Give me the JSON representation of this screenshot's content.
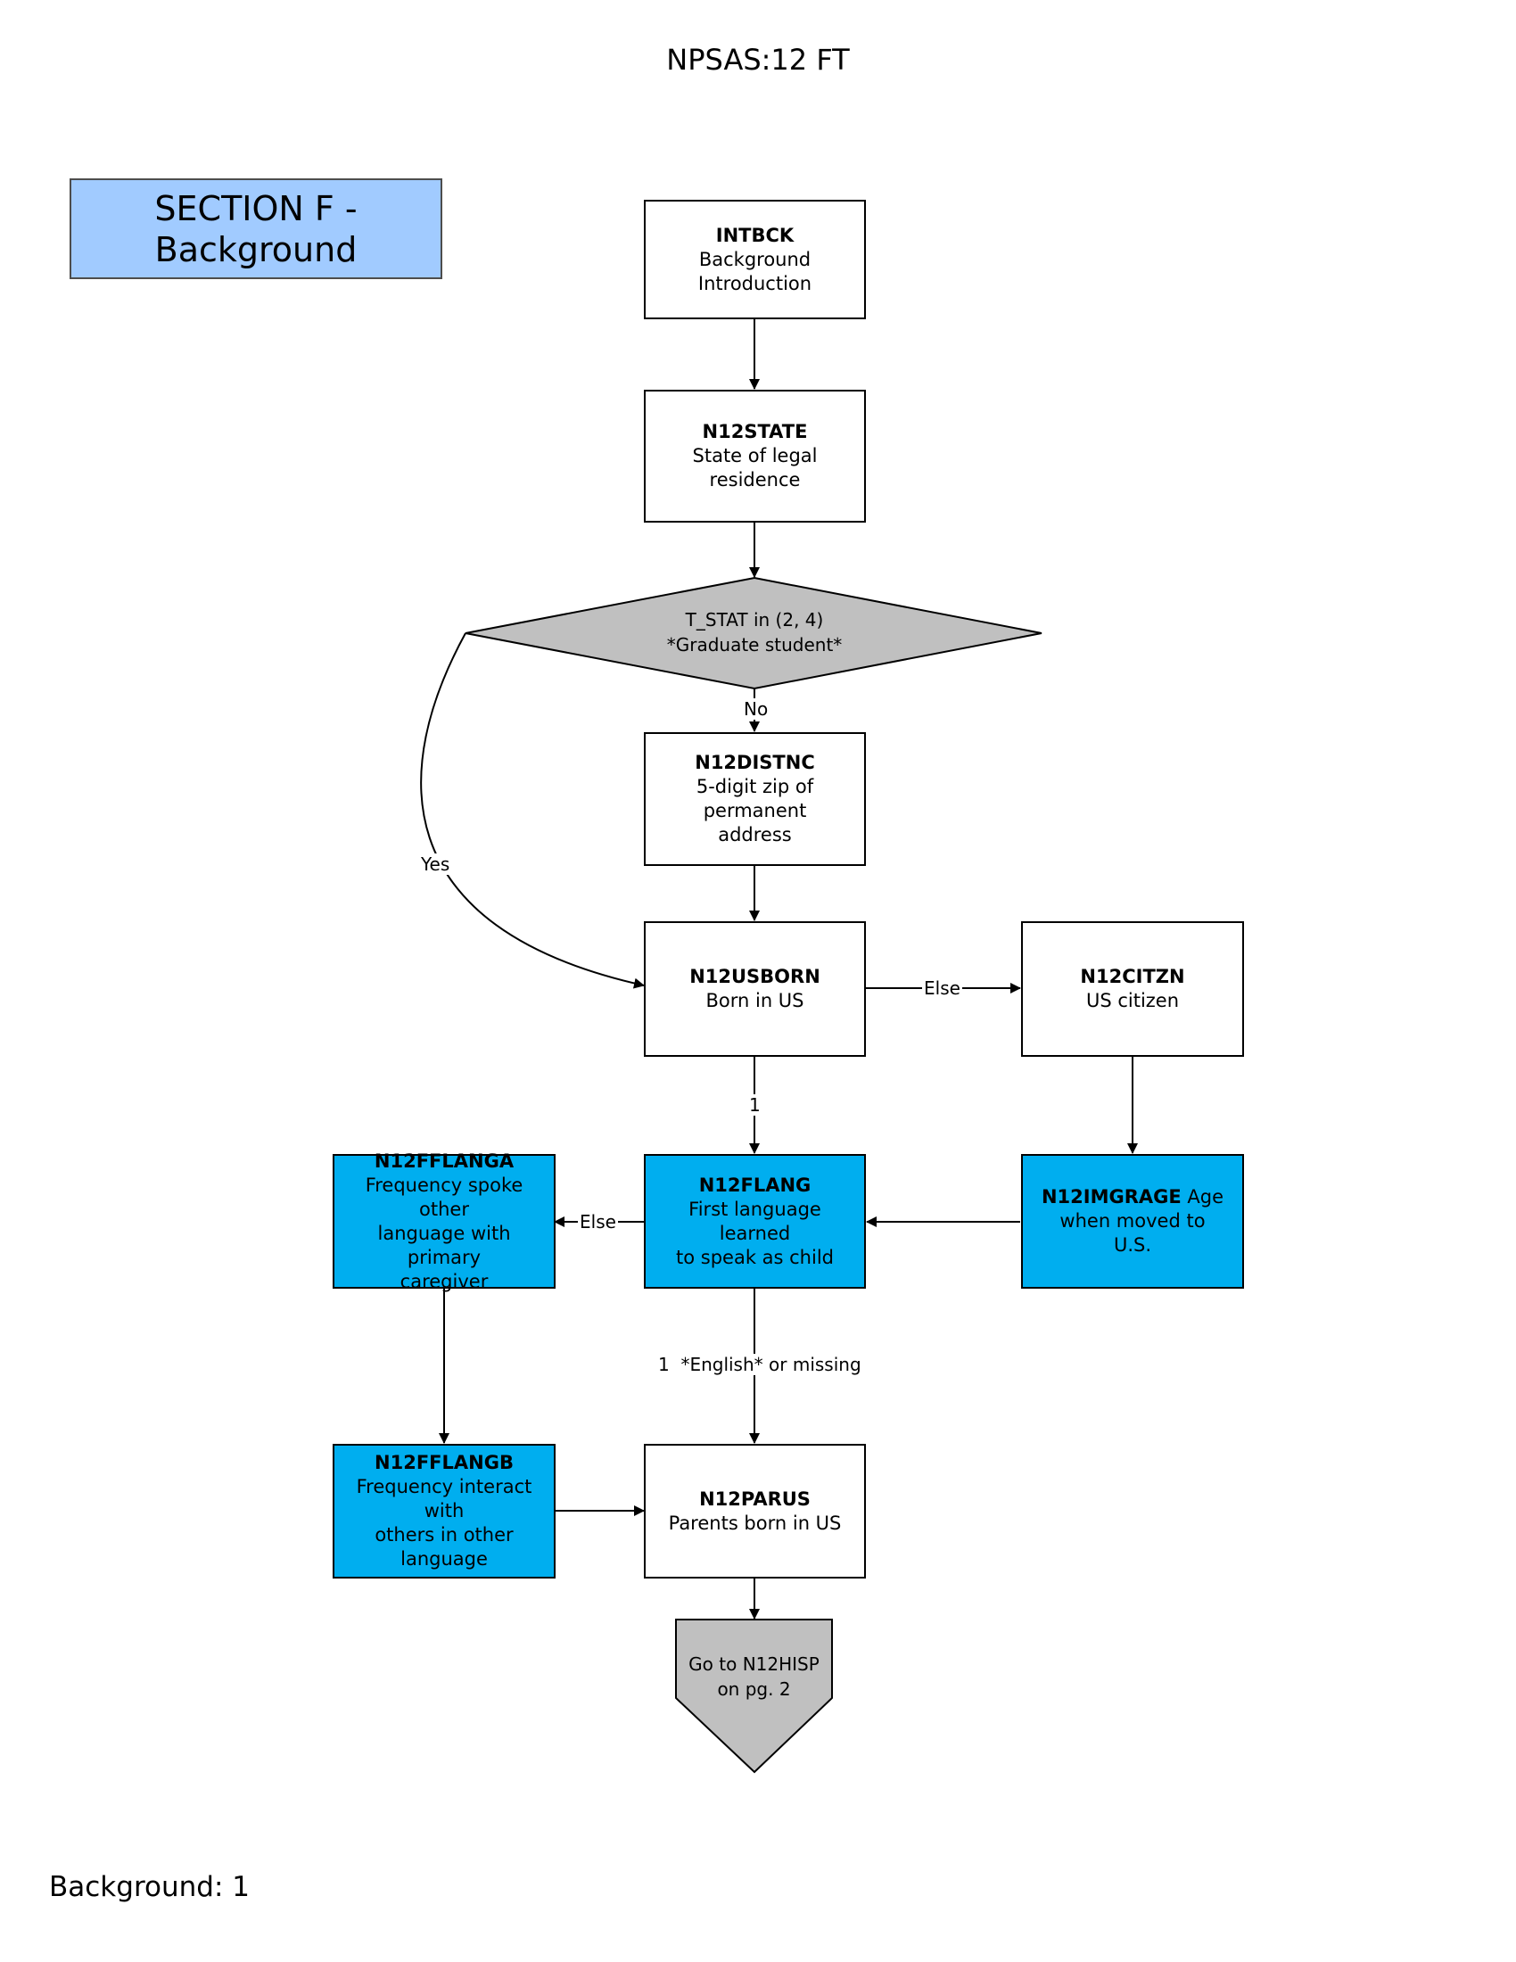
{
  "page_title": "NPSAS:12 FT",
  "section": {
    "line1": "SECTION F -",
    "line2": "Background"
  },
  "colors": {
    "section_fill": "#a1cbff",
    "highlight_node": "#00aeef",
    "decision_fill": "#c0c0c0"
  },
  "nodes": {
    "intbck": {
      "code": "INTBCK",
      "text": [
        "Background",
        "Introduction"
      ]
    },
    "n12state": {
      "code": "N12STATE",
      "text": [
        "State of legal residence"
      ]
    },
    "decision": {
      "text": [
        "T_STAT in (2, 4)",
        "*Graduate student*"
      ]
    },
    "n12distnc": {
      "code": "N12DISTNC",
      "text": [
        "5-digit zip of permanent",
        "address"
      ]
    },
    "n12usborn": {
      "code": "N12USBORN",
      "text": [
        "Born in US"
      ]
    },
    "n12citzn": {
      "code": "N12CITZN",
      "text": [
        "US citizen"
      ]
    },
    "n12flang": {
      "code": "N12FLANG",
      "text": [
        "First language learned",
        "to speak as child"
      ]
    },
    "n12imgrage": {
      "code": "N12IMGRAGE",
      "inline": "Age",
      "text": [
        "when moved to",
        "U.S."
      ]
    },
    "n12fflanga": {
      "code": "N12FFLANGA",
      "text": [
        "Frequency spoke other",
        "language with primary",
        "caregiver"
      ]
    },
    "n12fflangb": {
      "code": "N12FFLANGB",
      "text": [
        "Frequency interact with",
        "others in other",
        "language"
      ]
    },
    "n12parus": {
      "code": "N12PARUS",
      "text": [
        "Parents born in US"
      ]
    },
    "goto": {
      "text": [
        "Go to N12HISP",
        "on pg. 2"
      ]
    }
  },
  "edge_labels": {
    "no": "No",
    "yes": "Yes",
    "else_citzn": "Else",
    "one": "1",
    "else_flanga": "Else",
    "english": "1  *English* or missing"
  },
  "footer": "Background: 1"
}
